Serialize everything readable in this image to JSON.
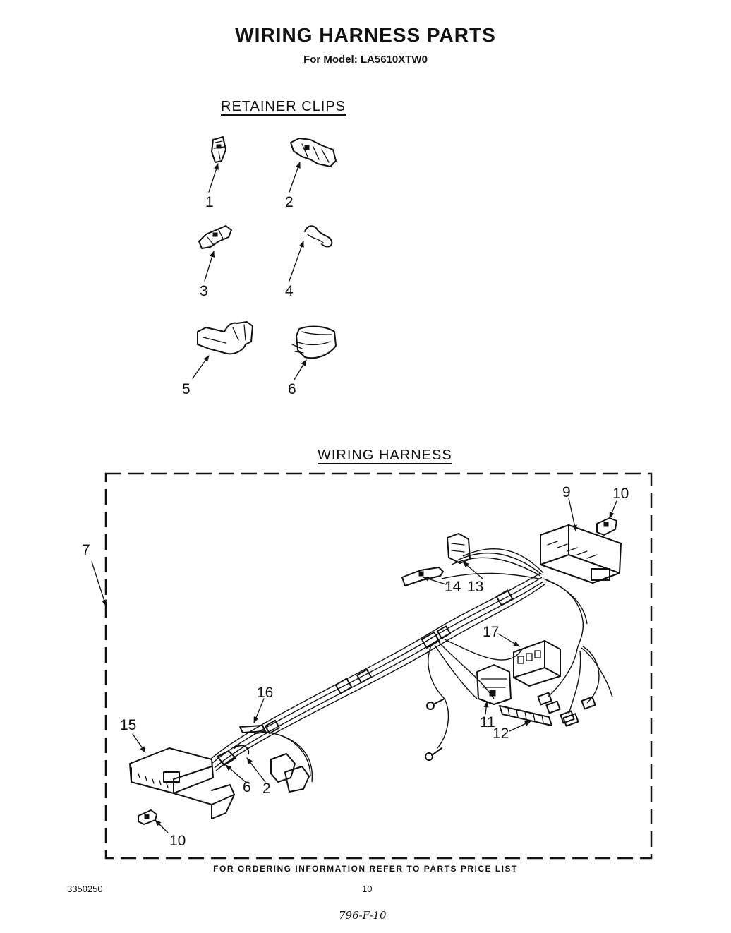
{
  "header": {
    "title": "WIRING HARNESS PARTS",
    "model_line": "For Model: LA5610XTW0"
  },
  "sections": {
    "retainer_clips": "RETAINER CLIPS",
    "wiring_harness": "WIRING HARNESS"
  },
  "callouts": {
    "clip_1": "1",
    "clip_2": "2",
    "clip_3": "3",
    "clip_4": "4",
    "clip_5": "5",
    "clip_6": "6",
    "harness_7": "7",
    "plug_9": "9",
    "terminal_10_top": "10",
    "terminal_11": "11",
    "connector_12": "12",
    "connector_13": "13",
    "terminal_14": "14",
    "block_15": "15",
    "tie_16": "16",
    "connector_17": "17",
    "clip_6_harness": "6",
    "clip_2_harness": "2",
    "terminal_10_bottom": "10"
  },
  "footer": {
    "ordering_note": "FOR ORDERING INFORMATION REFER TO PARTS PRICE LIST",
    "part_number": "3350250",
    "page_number": "10",
    "handwritten_note": "796-F-10"
  }
}
